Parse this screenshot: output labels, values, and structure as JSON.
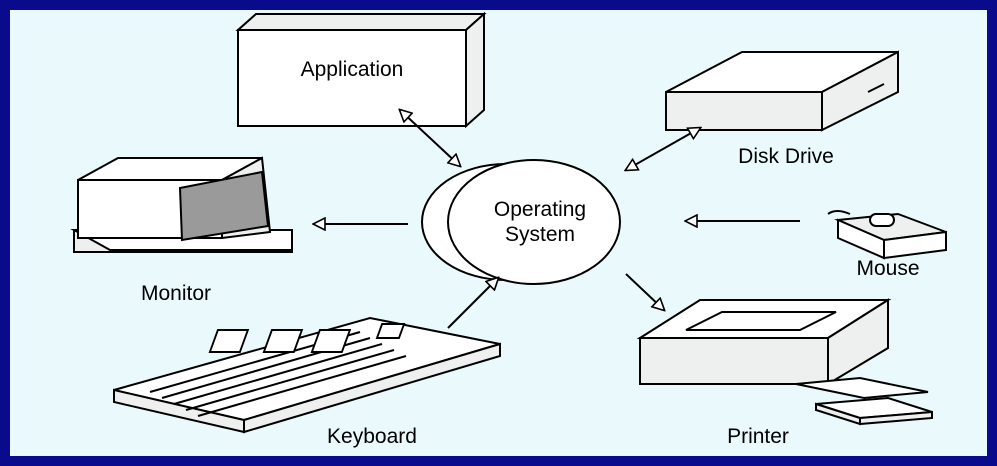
{
  "diagram": {
    "center": {
      "line1": "Operating",
      "line2": "System"
    },
    "nodes": {
      "application": "Application",
      "disk_drive": "Disk Drive",
      "monitor": "Monitor",
      "mouse": "Mouse",
      "keyboard": "Keyboard",
      "printer": "Printer"
    }
  },
  "colors": {
    "frame": "#0a0a8c",
    "background": "#eafafc",
    "screen": "#9a9a9a"
  }
}
